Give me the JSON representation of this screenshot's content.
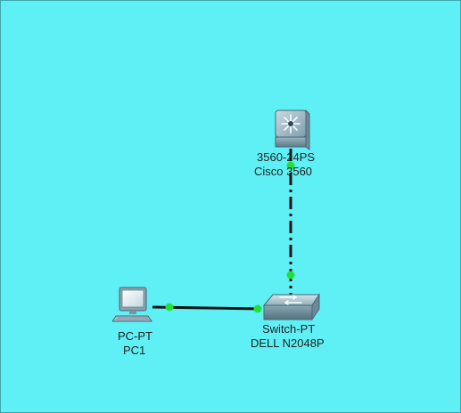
{
  "workspace": {
    "background": "#5ff0f6"
  },
  "devices": {
    "multilayer_switch": {
      "model": "3560-24PS",
      "name": "Cisco 3560",
      "icon": "multilayer-switch-icon"
    },
    "switch": {
      "model": "Switch-PT",
      "name": "DELL N2048P",
      "icon": "switch-icon"
    },
    "pc": {
      "model": "PC-PT",
      "name": "PC1",
      "icon": "pc-icon"
    }
  },
  "links": [
    {
      "from": "multilayer_switch",
      "to": "switch",
      "style": "crossover-dashed",
      "status_color": "#22e03b"
    },
    {
      "from": "pc",
      "to": "switch",
      "style": "straight-through-solid",
      "status_color": "#22e03b"
    }
  ]
}
